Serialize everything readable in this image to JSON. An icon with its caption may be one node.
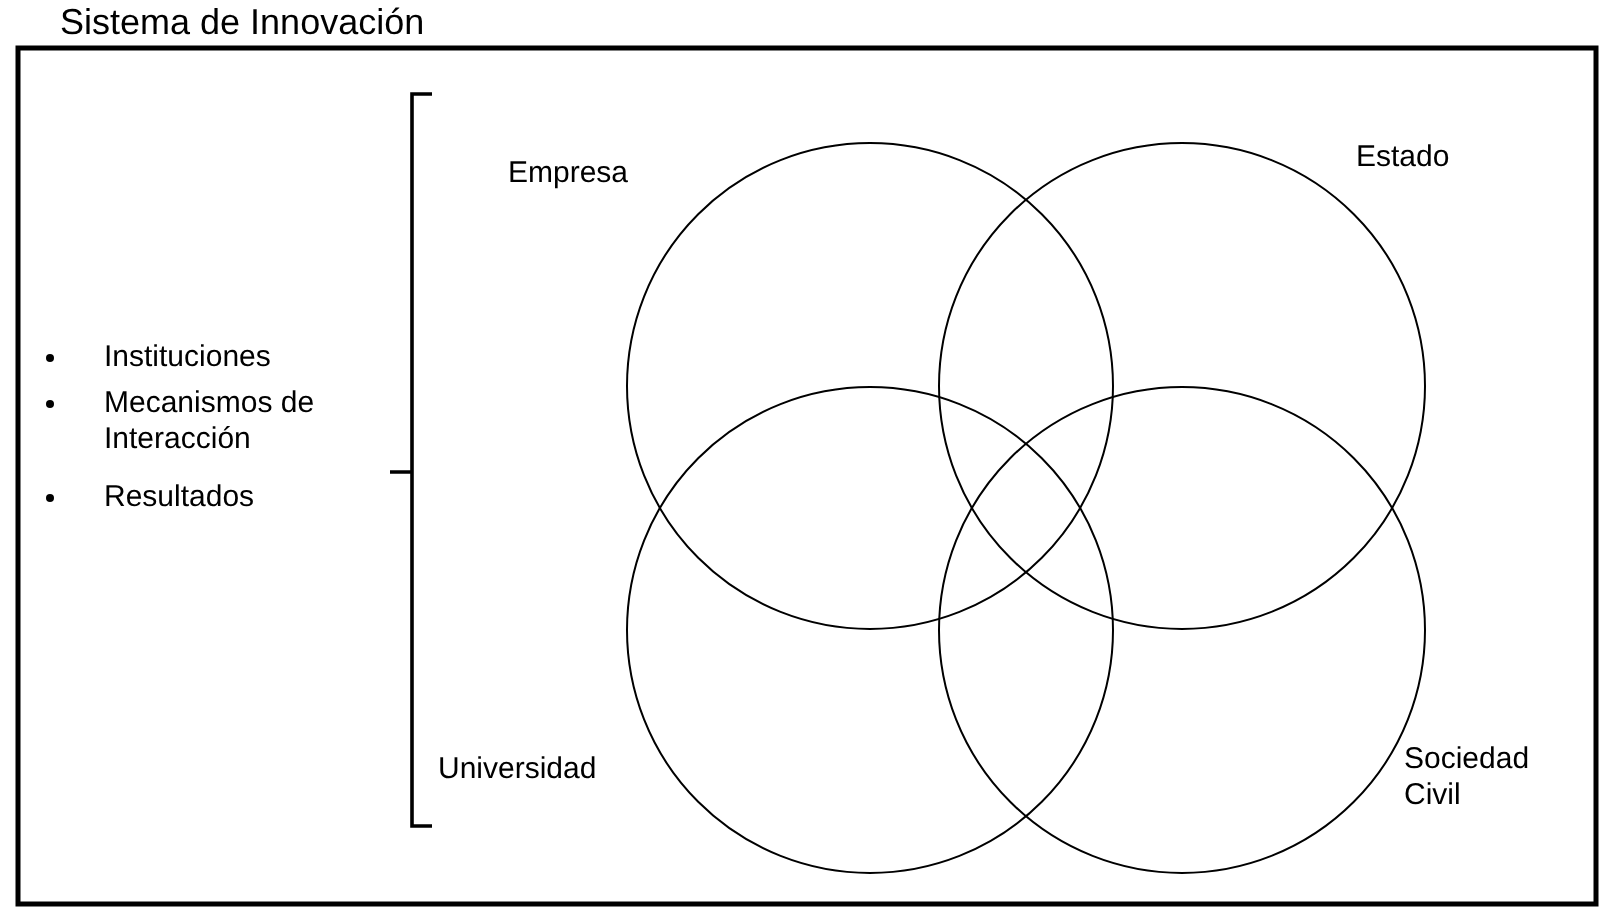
{
  "diagram": {
    "title": "Sistema de Innovación",
    "nodes": [
      {
        "text": [
          "Empresa"
        ]
      },
      {
        "text": [
          "Estado"
        ]
      },
      {
        "text": [
          "Universidad"
        ]
      },
      {
        "text": [
          "Sociedad Civil"
        ]
      }
    ],
    "edges": [],
    "labels": [
      "Instituciones",
      "Mecanismos de Interacción",
      "Resultados"
    ]
  }
}
